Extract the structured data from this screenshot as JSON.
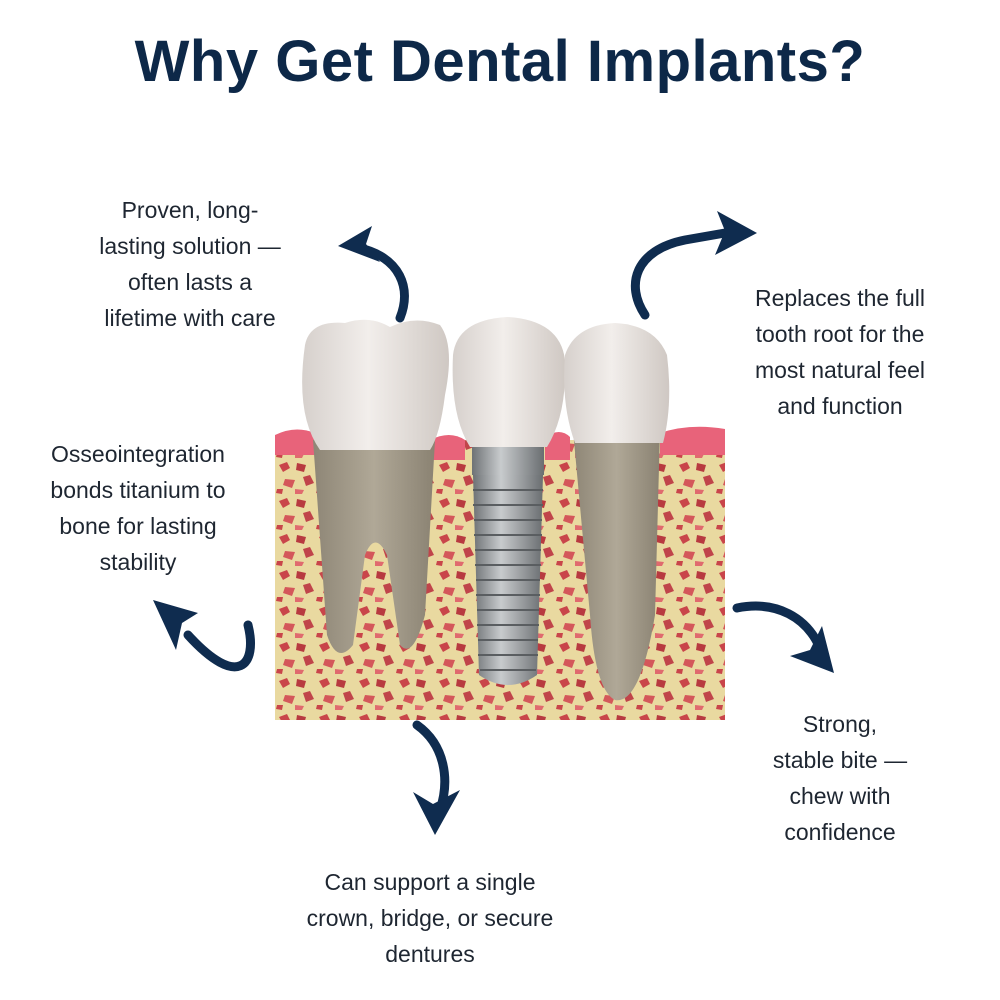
{
  "title": "Why Get Dental Implants?",
  "colors": {
    "title": "#0d2848",
    "arrow": "#0f2c4f",
    "text": "#1e2631",
    "gum": "#e8637a",
    "bone": "#e9d9a0",
    "bone_pores": "#c9454a",
    "tooth_crown": "#e6e1dd",
    "tooth_root": "#a59c8a",
    "implant_metal": "#9ea3a6"
  },
  "callouts": [
    {
      "id": "top-left",
      "lines": [
        "Proven, long-",
        "lasting solution —",
        "often lasts a",
        "lifetime with care"
      ],
      "arrow": "curved-arrow-up-left"
    },
    {
      "id": "top-right",
      "lines": [
        "Replaces the full",
        "tooth root for the",
        "most natural feel",
        "and function"
      ],
      "arrow": "curved-arrow-up-right"
    },
    {
      "id": "mid-left",
      "lines": [
        "Osseointegration",
        "bonds titanium to",
        "bone for lasting",
        "stability"
      ],
      "arrow": "curved-arrow-up-left-lower"
    },
    {
      "id": "mid-right",
      "lines": [
        "Strong,",
        "stable bite —",
        "chew with",
        "confidence"
      ],
      "arrow": "curved-arrow-down-right"
    },
    {
      "id": "bottom",
      "lines": [
        "Can support a single",
        "crown, bridge, or secure",
        "dentures"
      ],
      "arrow": "curved-arrow-down"
    }
  ],
  "illustration": {
    "label": "Cross-section of jaw showing two natural teeth and a titanium dental implant with crown",
    "parts": [
      "natural-molar",
      "implant-crown",
      "titanium-implant-screw",
      "natural-premolar",
      "gum-tissue",
      "jaw-bone"
    ]
  }
}
